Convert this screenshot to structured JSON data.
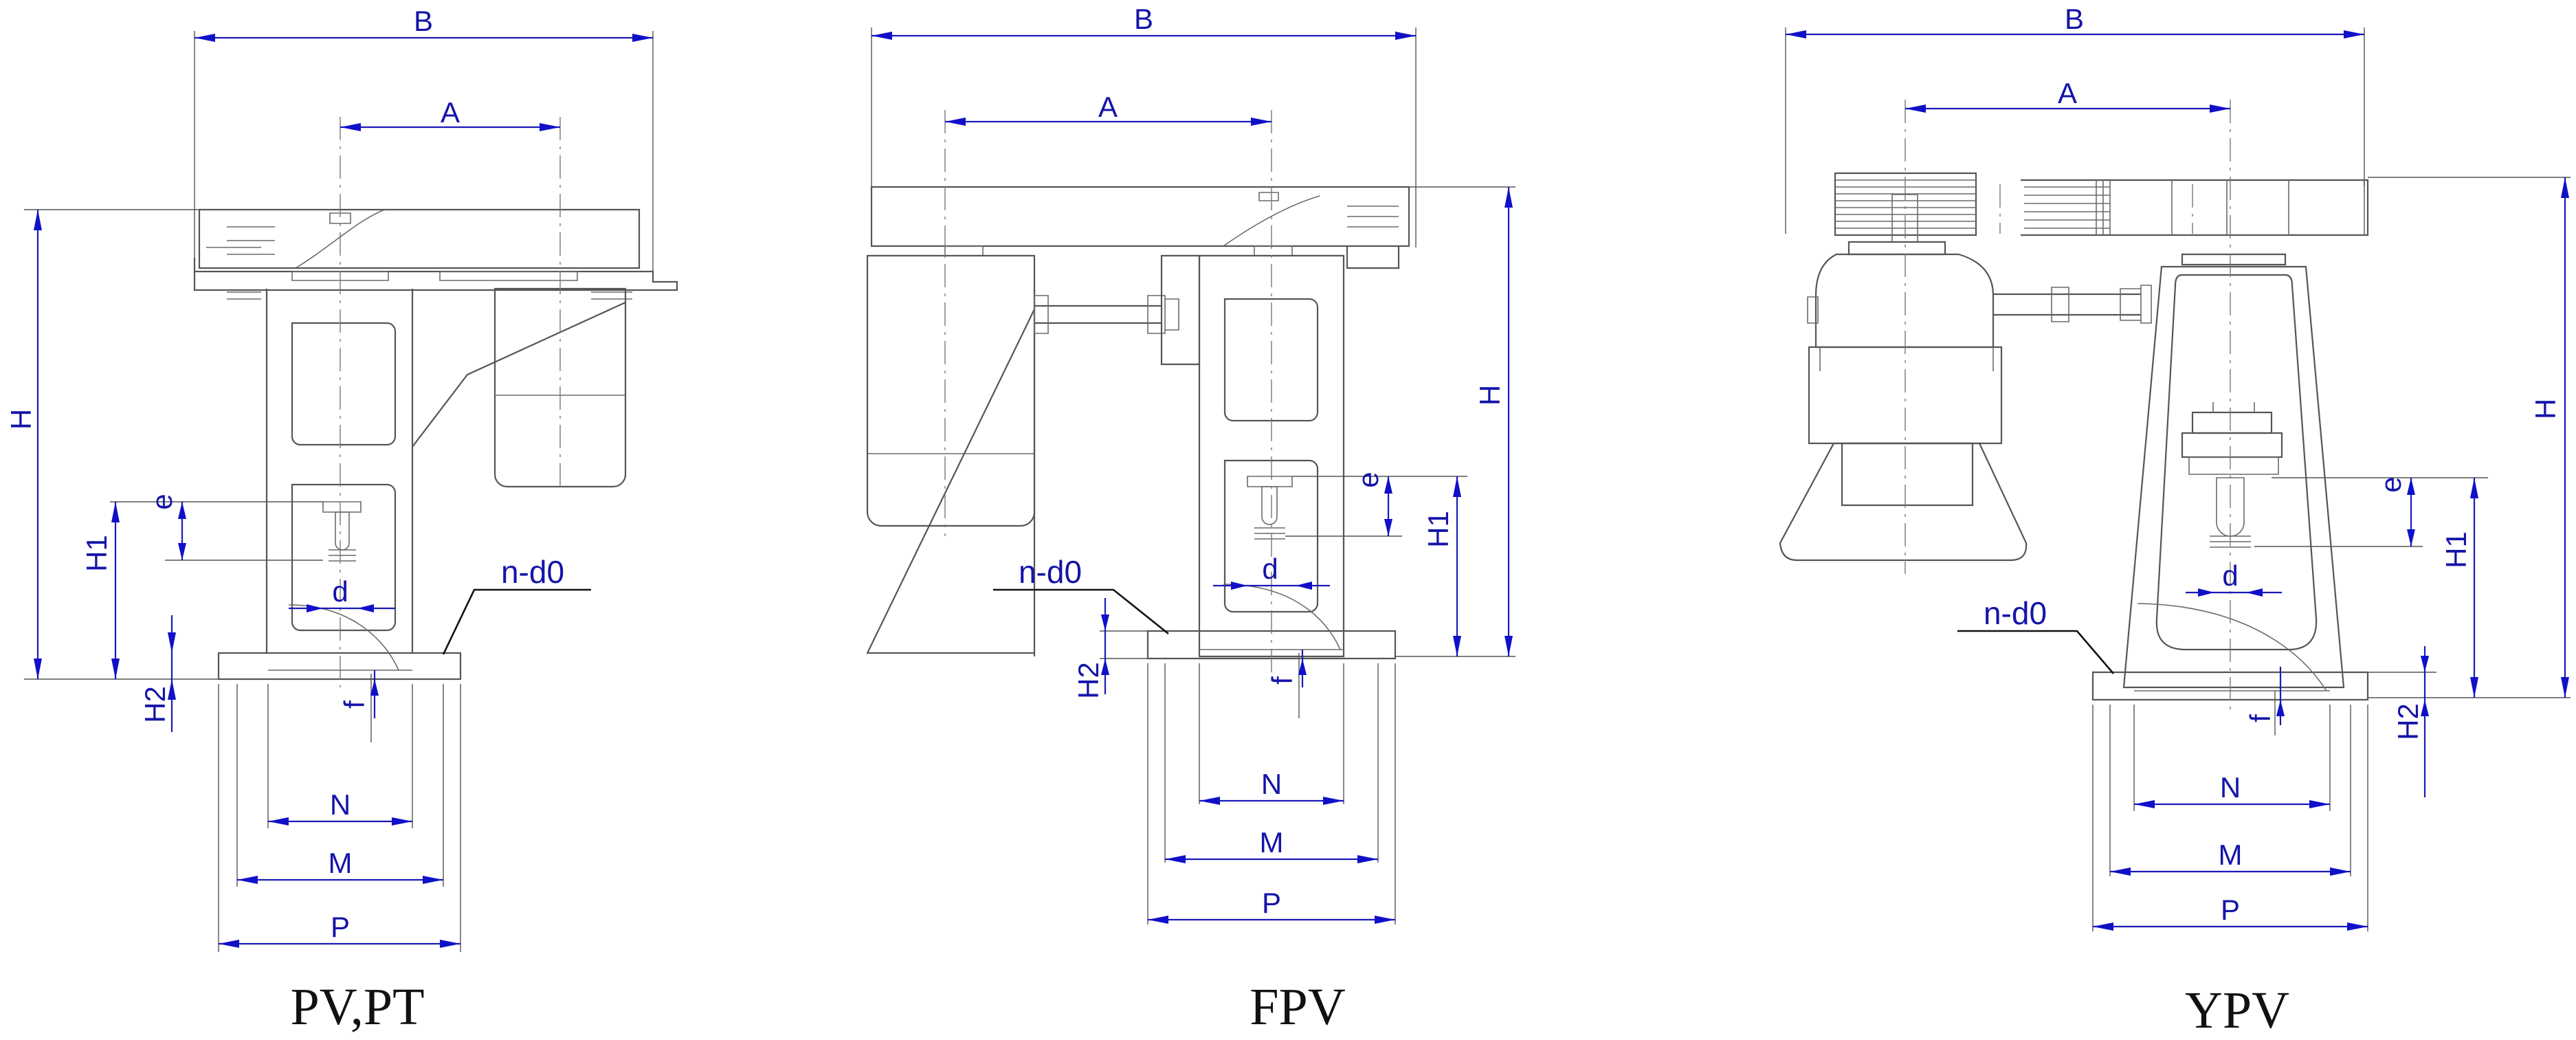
{
  "colors": {
    "dimension": "#1414aa",
    "outline": "#555555",
    "caption": "#111111"
  },
  "views": [
    {
      "caption": "PV,PT",
      "labels": {
        "B": "B",
        "A": "A",
        "H": "H",
        "H1": "H1",
        "H2": "H2",
        "e": "e",
        "d": "d",
        "f": "f",
        "n_d0": "n-d0",
        "N": "N",
        "M": "M",
        "P": "P"
      }
    },
    {
      "caption": "FPV",
      "labels": {
        "B": "B",
        "A": "A",
        "H": "H",
        "H1": "H1",
        "H2": "H2",
        "e": "e",
        "d": "d",
        "f": "f",
        "n_d0": "n-d0",
        "N": "N",
        "M": "M",
        "P": "P"
      }
    },
    {
      "caption": "YPV",
      "labels": {
        "B": "B",
        "A": "A",
        "H": "H",
        "H1": "H1",
        "H2": "H2",
        "e": "e",
        "d": "d",
        "f": "f",
        "n_d0": "n-d0",
        "N": "N",
        "M": "M",
        "P": "P"
      }
    }
  ]
}
